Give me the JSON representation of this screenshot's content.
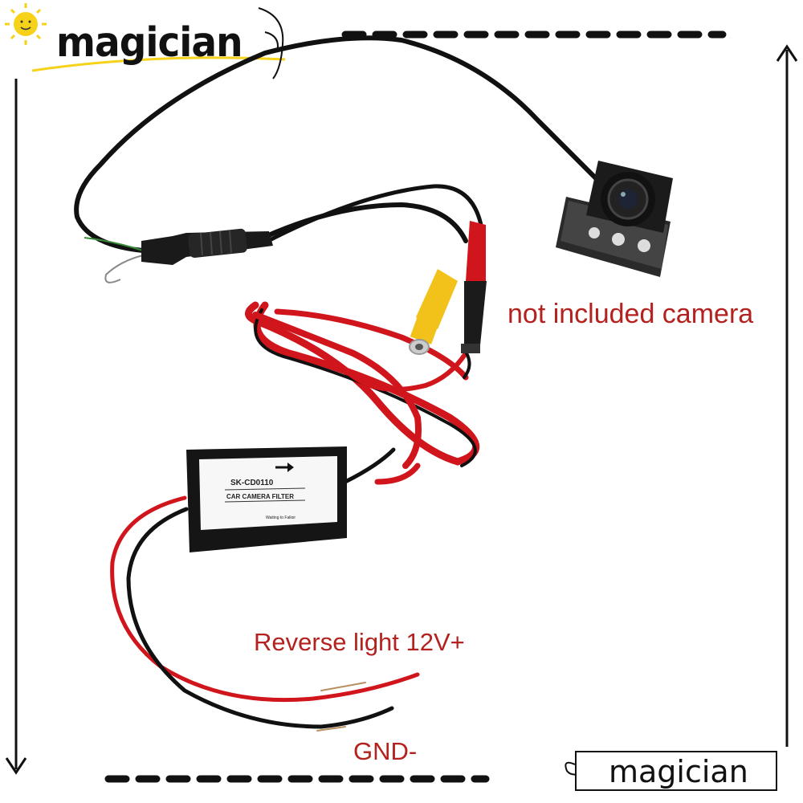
{
  "brand": {
    "top_logo": "magician",
    "bottom_logo": "magician"
  },
  "annotations": {
    "camera_note": "not included camera",
    "reverse_wire": "Reverse light 12V+",
    "ground_wire": "GND-"
  },
  "filter_box": {
    "model": "SK-CD0110",
    "name": "CAR CAMERA FILTER",
    "note": "Waiting to Falloir"
  },
  "colors": {
    "label_red": "#b3221e",
    "wire_red": "#d0161c",
    "cable_black": "#111111",
    "rca_yellow": "#f2c21a"
  }
}
